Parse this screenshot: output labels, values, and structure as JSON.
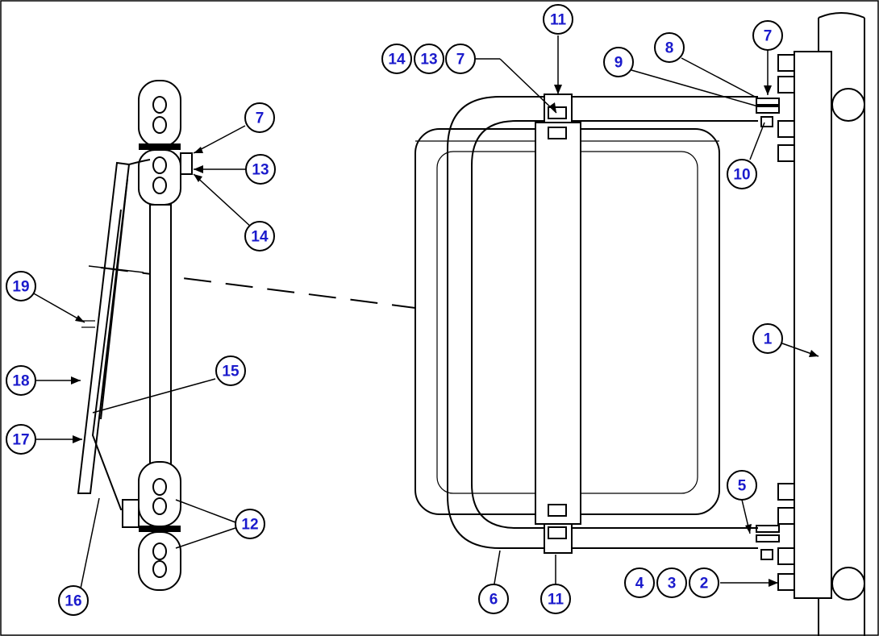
{
  "callouts": [
    {
      "id": "c-11-top",
      "label": "11"
    },
    {
      "id": "c-14-top",
      "label": "14"
    },
    {
      "id": "c-13-top",
      "label": "13"
    },
    {
      "id": "c-7-top",
      "label": "7"
    },
    {
      "id": "c-8",
      "label": "8"
    },
    {
      "id": "c-7-right",
      "label": "7"
    },
    {
      "id": "c-9",
      "label": "9"
    },
    {
      "id": "c-10",
      "label": "10"
    },
    {
      "id": "c-1",
      "label": "1"
    },
    {
      "id": "c-5",
      "label": "5"
    },
    {
      "id": "c-4",
      "label": "4"
    },
    {
      "id": "c-3",
      "label": "3"
    },
    {
      "id": "c-2",
      "label": "2"
    },
    {
      "id": "c-6",
      "label": "6"
    },
    {
      "id": "c-11-bottom",
      "label": "11"
    },
    {
      "id": "c-7-left",
      "label": "7"
    },
    {
      "id": "c-13-left",
      "label": "13"
    },
    {
      "id": "c-14-left",
      "label": "14"
    },
    {
      "id": "c-19",
      "label": "19"
    },
    {
      "id": "c-15",
      "label": "15"
    },
    {
      "id": "c-18",
      "label": "18"
    },
    {
      "id": "c-17",
      "label": "17"
    },
    {
      "id": "c-12",
      "label": "12"
    },
    {
      "id": "c-16",
      "label": "16"
    }
  ],
  "colors": {
    "callout_text": "#1a1acc",
    "line": "#000000",
    "background": "#ffffff"
  }
}
